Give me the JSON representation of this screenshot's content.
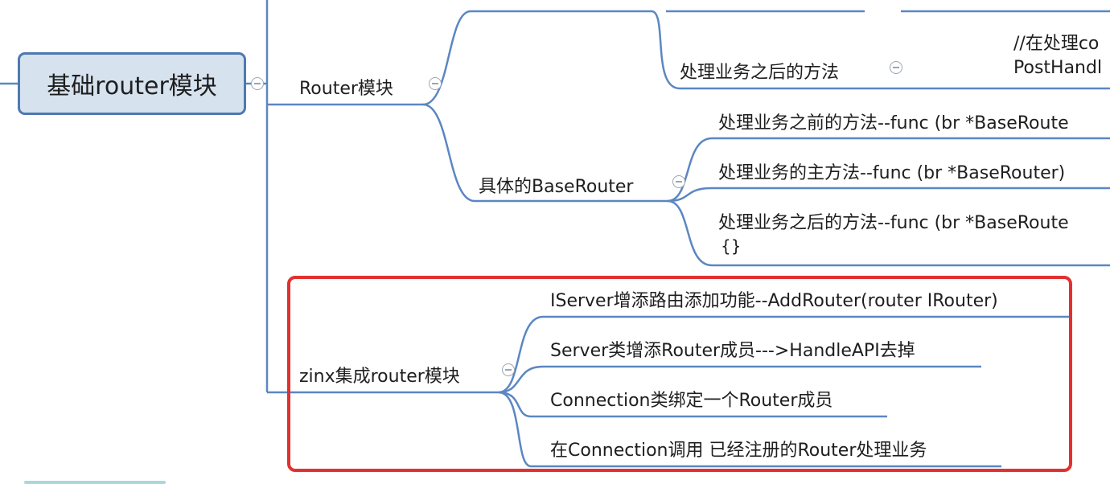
{
  "root": {
    "label": "基础router模块"
  },
  "router_module": {
    "label": "Router模块",
    "top_child_label": "",
    "post_handle": {
      "label": "处理业务之后的方法",
      "comment_line1": "//在处理co",
      "comment_line2": "PostHandl",
      "top_cut_label": ""
    },
    "base_router": {
      "label": "具体的BaseRouter",
      "items": [
        "处理业务之前的方法--func (br *BaseRoute",
        "处理业务的主方法--func (br *BaseRouter)",
        "处理业务之后的方法--func (br *BaseRoute"
      ],
      "item3_line2": "{}"
    }
  },
  "zinx_module": {
    "label": "zinx集成router模块",
    "items": [
      "IServer增添路由添加功能--AddRouter(router IRouter)",
      "Server类增添Router成员--->HandleAPI去掉",
      "Connection类绑定一个Router成员",
      "在Connection调用  已经注册的Router处理业务"
    ]
  },
  "colors": {
    "branch": "#4f7fc0",
    "underline": "#5b87c2",
    "highlight": "#e23030",
    "root_fill": "#d6e2ee"
  }
}
